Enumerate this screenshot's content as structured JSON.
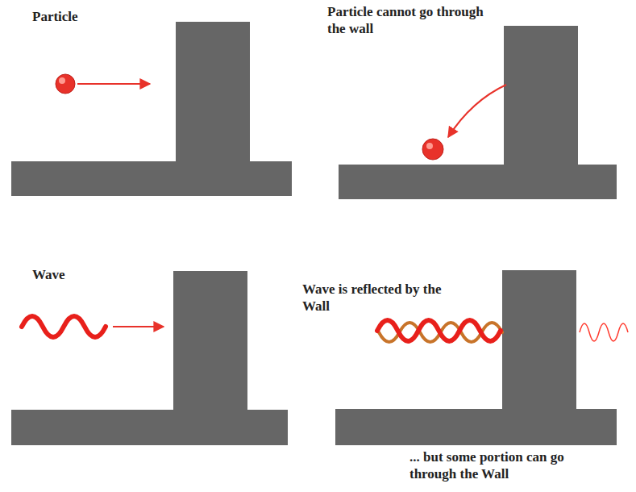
{
  "diagram": {
    "labels": [
      "Particle",
      "Particle cannot go through the wall",
      "Wave",
      "Wave is reflected by the Wall",
      "... but some portion can go through the Wall"
    ]
  }
}
